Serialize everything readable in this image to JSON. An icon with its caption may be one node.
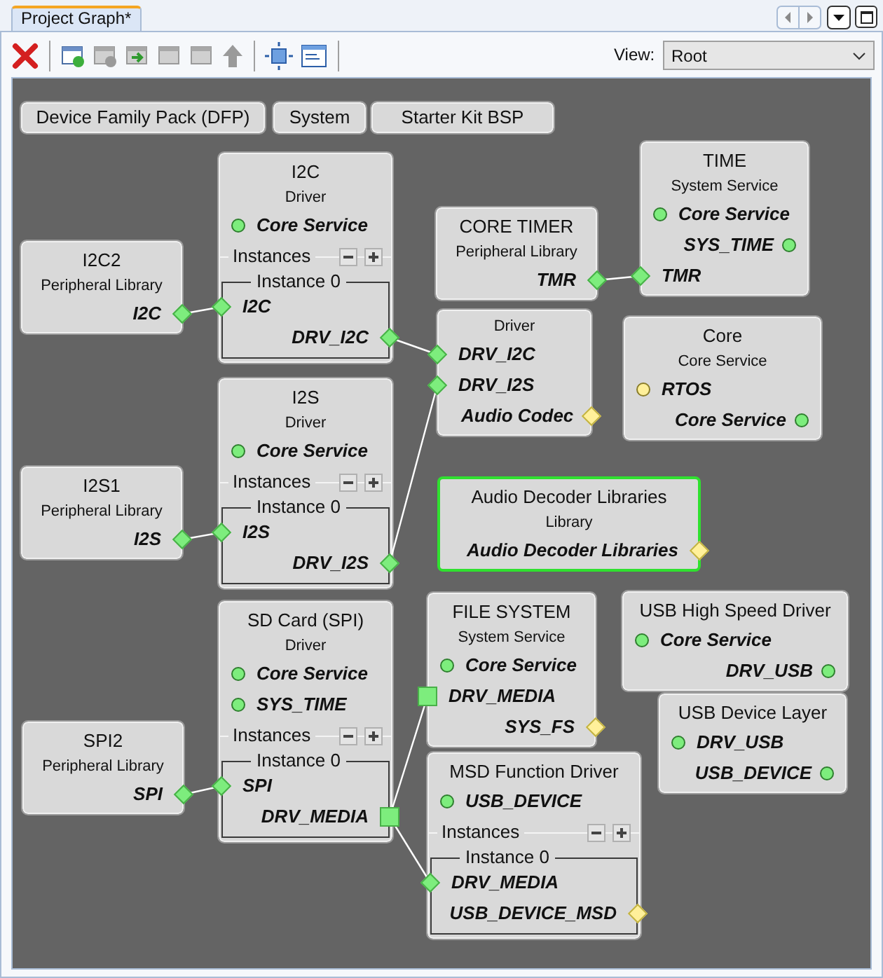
{
  "diagram": {
    "nodes": [
      {
        "text": [
          "Device Family Pack (DFP)"
        ]
      },
      {
        "text": [
          "System"
        ]
      },
      {
        "text": [
          "Starter Kit BSP"
        ]
      },
      {
        "text": [
          "I2C",
          "Driver",
          "Core Service",
          "Instances"
        ]
      },
      {
        "text": [
          "Instance 0",
          "I2C",
          "DRV_I2C"
        ],
        "in": 3
      },
      {
        "text": [
          "I2C2",
          "Peripheral Library",
          "I2C"
        ]
      },
      {
        "text": [
          "CORE TIMER",
          "Peripheral Library",
          "TMR"
        ]
      },
      {
        "text": [
          "TIME",
          "System Service",
          "Core Service",
          "SYS_TIME",
          "TMR"
        ]
      },
      {
        "text": [
          "Driver",
          "DRV_I2C",
          "DRV_I2S",
          "Audio Codec"
        ]
      },
      {
        "text": [
          "Core",
          "Core Service",
          "RTOS",
          "Core Service"
        ]
      },
      {
        "text": [
          "I2S",
          "Driver",
          "Core Service",
          "Instances"
        ]
      },
      {
        "text": [
          "Instance 0",
          "I2S",
          "DRV_I2S"
        ],
        "in": 10
      },
      {
        "text": [
          "I2S1",
          "Peripheral Library",
          "I2S"
        ]
      },
      {
        "text": [
          "Audio Decoder Libraries",
          "Library",
          "Audio Decoder Libraries"
        ]
      },
      {
        "text": [
          "SD Card (SPI)",
          "Driver",
          "Core Service",
          "SYS_TIME",
          "Instances"
        ]
      },
      {
        "text": [
          "Instance 0",
          "SPI",
          "DRV_MEDIA"
        ],
        "in": 14
      },
      {
        "text": [
          "SPI2",
          "Peripheral Library",
          "SPI"
        ]
      },
      {
        "text": [
          "FILE SYSTEM",
          "System Service",
          "Core Service",
          "DRV_MEDIA",
          "SYS_FS"
        ]
      },
      {
        "text": [
          "USB High Speed Driver",
          "Core Service",
          "DRV_USB"
        ]
      },
      {
        "text": [
          "USB Device Layer",
          "DRV_USB",
          "USB_DEVICE"
        ]
      },
      {
        "text": [
          "MSD Function Driver",
          "USB_DEVICE",
          "Instances"
        ]
      },
      {
        "text": [
          "Instance 0",
          "DRV_MEDIA",
          "USB_DEVICE_MSD"
        ],
        "in": 20
      }
    ],
    "edges": [
      {
        "from": 5,
        "to": 4,
        "arrow": "none"
      },
      {
        "from": 6,
        "to": 7,
        "arrow": "none"
      },
      {
        "from": 4,
        "to": 8,
        "arrow": "none"
      },
      {
        "from": 11,
        "to": 8,
        "arrow": "none"
      },
      {
        "from": 12,
        "to": 11,
        "arrow": "none"
      },
      {
        "from": 16,
        "to": 15,
        "arrow": "none"
      },
      {
        "from": 15,
        "to": 17,
        "arrow": "none"
      },
      {
        "from": 15,
        "to": 21,
        "arrow": "none"
      }
    ],
    "labels": [
      "Project Graph*",
      "View:",
      "Root"
    ]
  }
}
